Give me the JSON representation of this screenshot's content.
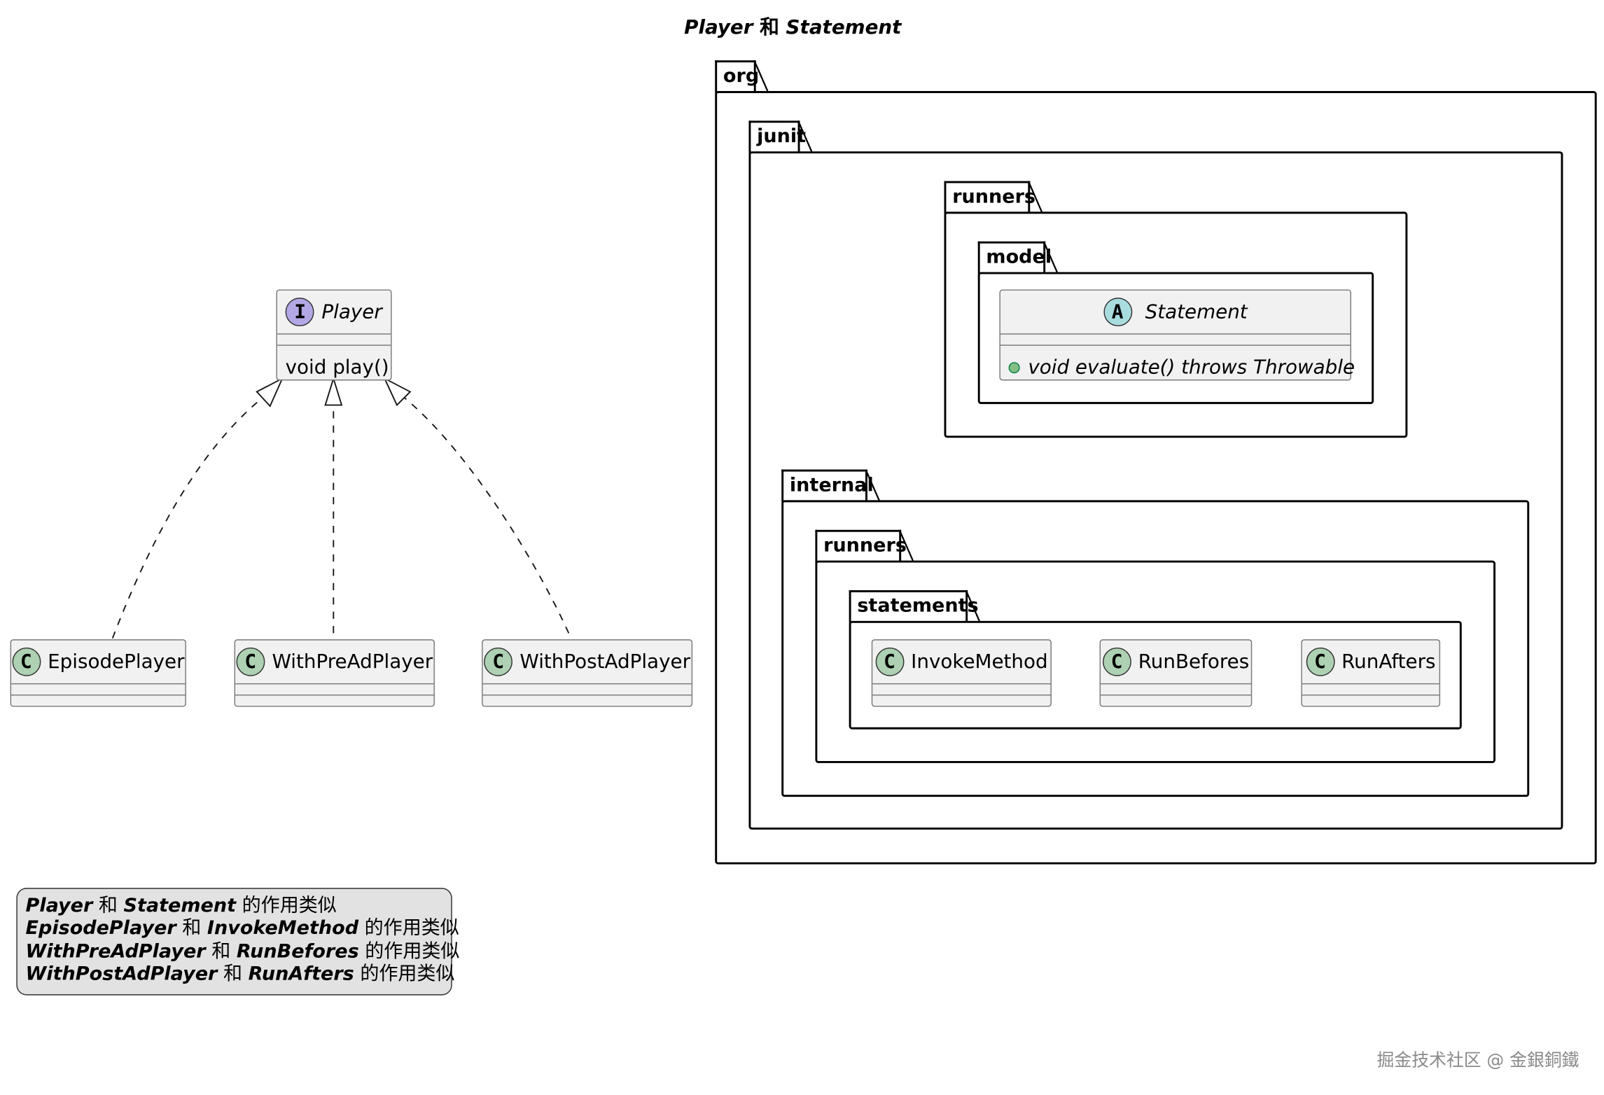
{
  "title": {
    "left": "Player",
    "mid": " 和 ",
    "right": "Statement"
  },
  "packages": {
    "org": "org",
    "junit": "junit",
    "runners": "runners",
    "model": "model",
    "internal": "internal",
    "internal_runners": "runners",
    "statements": "statements"
  },
  "player": {
    "stereotype": "I",
    "name": "Player",
    "method": "void play()"
  },
  "statement": {
    "stereotype": "A",
    "name": "Statement",
    "method": "void evaluate() throws Throwable"
  },
  "player_impls": [
    {
      "stereotype": "C",
      "name": "EpisodePlayer"
    },
    {
      "stereotype": "C",
      "name": "WithPreAdPlayer"
    },
    {
      "stereotype": "C",
      "name": "WithPostAdPlayer"
    }
  ],
  "statement_impls": [
    {
      "stereotype": "C",
      "name": "InvokeMethod"
    },
    {
      "stereotype": "C",
      "name": "RunBefores"
    },
    {
      "stereotype": "C",
      "name": "RunAfters"
    }
  ],
  "note": [
    {
      "a": "Player",
      "and": " 和 ",
      "b": "Statement",
      "tail": " 的作用类似"
    },
    {
      "a": "EpisodePlayer",
      "and": " 和 ",
      "b": "InvokeMethod",
      "tail": " 的作用类似"
    },
    {
      "a": "WithPreAdPlayer",
      "and": " 和 ",
      "b": "RunBefores",
      "tail": " 的作用类似"
    },
    {
      "a": "WithPostAdPlayer",
      "and": " 和 ",
      "b": "RunAfters",
      "tail": " 的作用类似"
    }
  ],
  "watermark": "掘金技术社区 @ 金銀銅鐵",
  "colors": {
    "class_fill": "#f1f1f1",
    "class_circle": "#add1b2",
    "interface_circle": "#b4a7e5",
    "abstract_circle": "#a9dcdf",
    "note_fill": "#e2e2e2"
  }
}
